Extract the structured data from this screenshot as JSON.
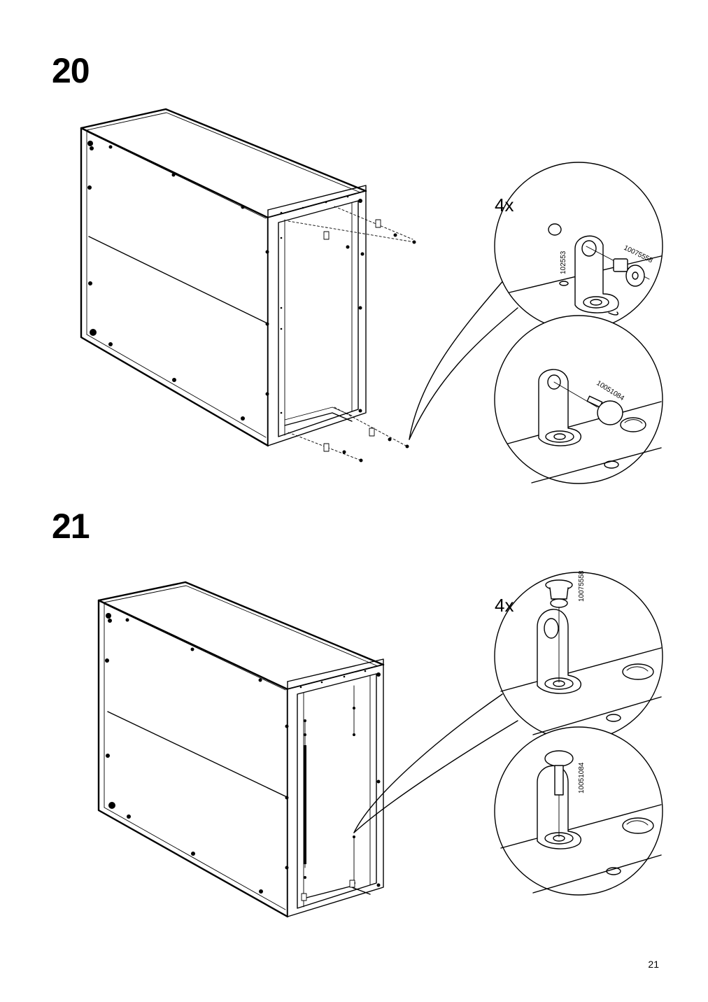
{
  "page": {
    "number": "21"
  },
  "steps": [
    {
      "number": "20",
      "quantity": "4x",
      "part_labels": [
        "102553",
        "10075558",
        "10051084"
      ]
    },
    {
      "number": "21",
      "quantity": "4x",
      "part_labels": [
        "10075558",
        "10051084"
      ]
    }
  ]
}
